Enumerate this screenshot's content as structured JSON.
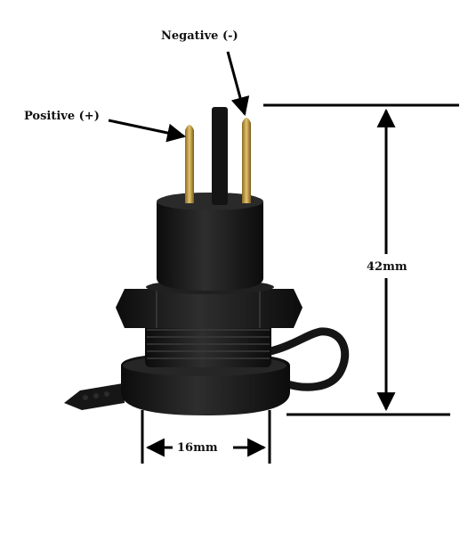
{
  "labels": {
    "negative": "Negative (-)",
    "positive": "Positive (+)",
    "height": "42mm",
    "width": "16mm"
  },
  "colors": {
    "background": "#ffffff",
    "plastic": "#1b1b1b",
    "terminal_brass": "#c9a24a",
    "dimension_line": "#000000"
  },
  "icons": {
    "object": "socket-connector-photo"
  }
}
